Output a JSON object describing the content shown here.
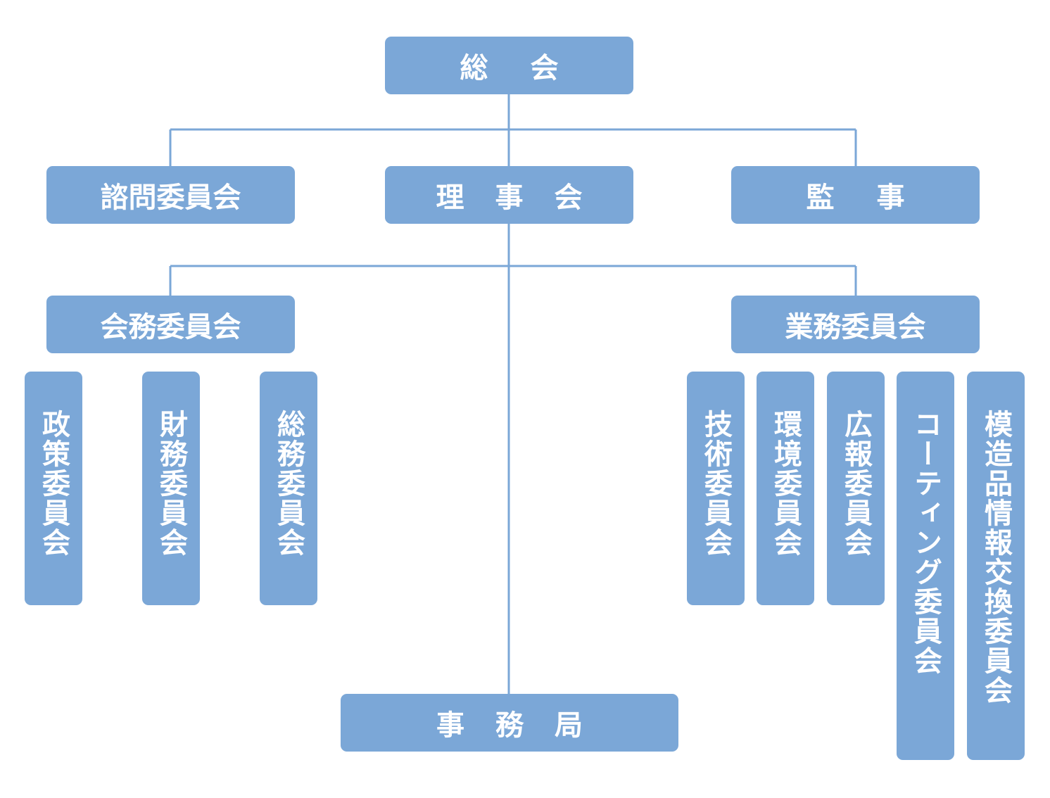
{
  "colors": {
    "node_fill": "#7BA7D7",
    "node_text": "#ffffff",
    "connector": "#7BA7D7",
    "background": "#ffffff"
  },
  "nodes": {
    "general_assembly": "総会",
    "advisory_committee": "諮問委員会",
    "board_of_directors": "理事会",
    "auditor": "監事",
    "association_affairs_committee": "会務委員会",
    "business_committee": "業務委員会",
    "policy_committee": "政策委員会",
    "finance_committee": "財務委員会",
    "general_affairs_committee": "総務委員会",
    "technical_committee": "技術委員会",
    "environment_committee": "環境委員会",
    "public_relations_committee": "広報委員会",
    "coating_committee": "コーティング委員会",
    "counterfeit_info_exchange_committee": "模造品情報交換委員会",
    "secretariat": "事務局"
  }
}
